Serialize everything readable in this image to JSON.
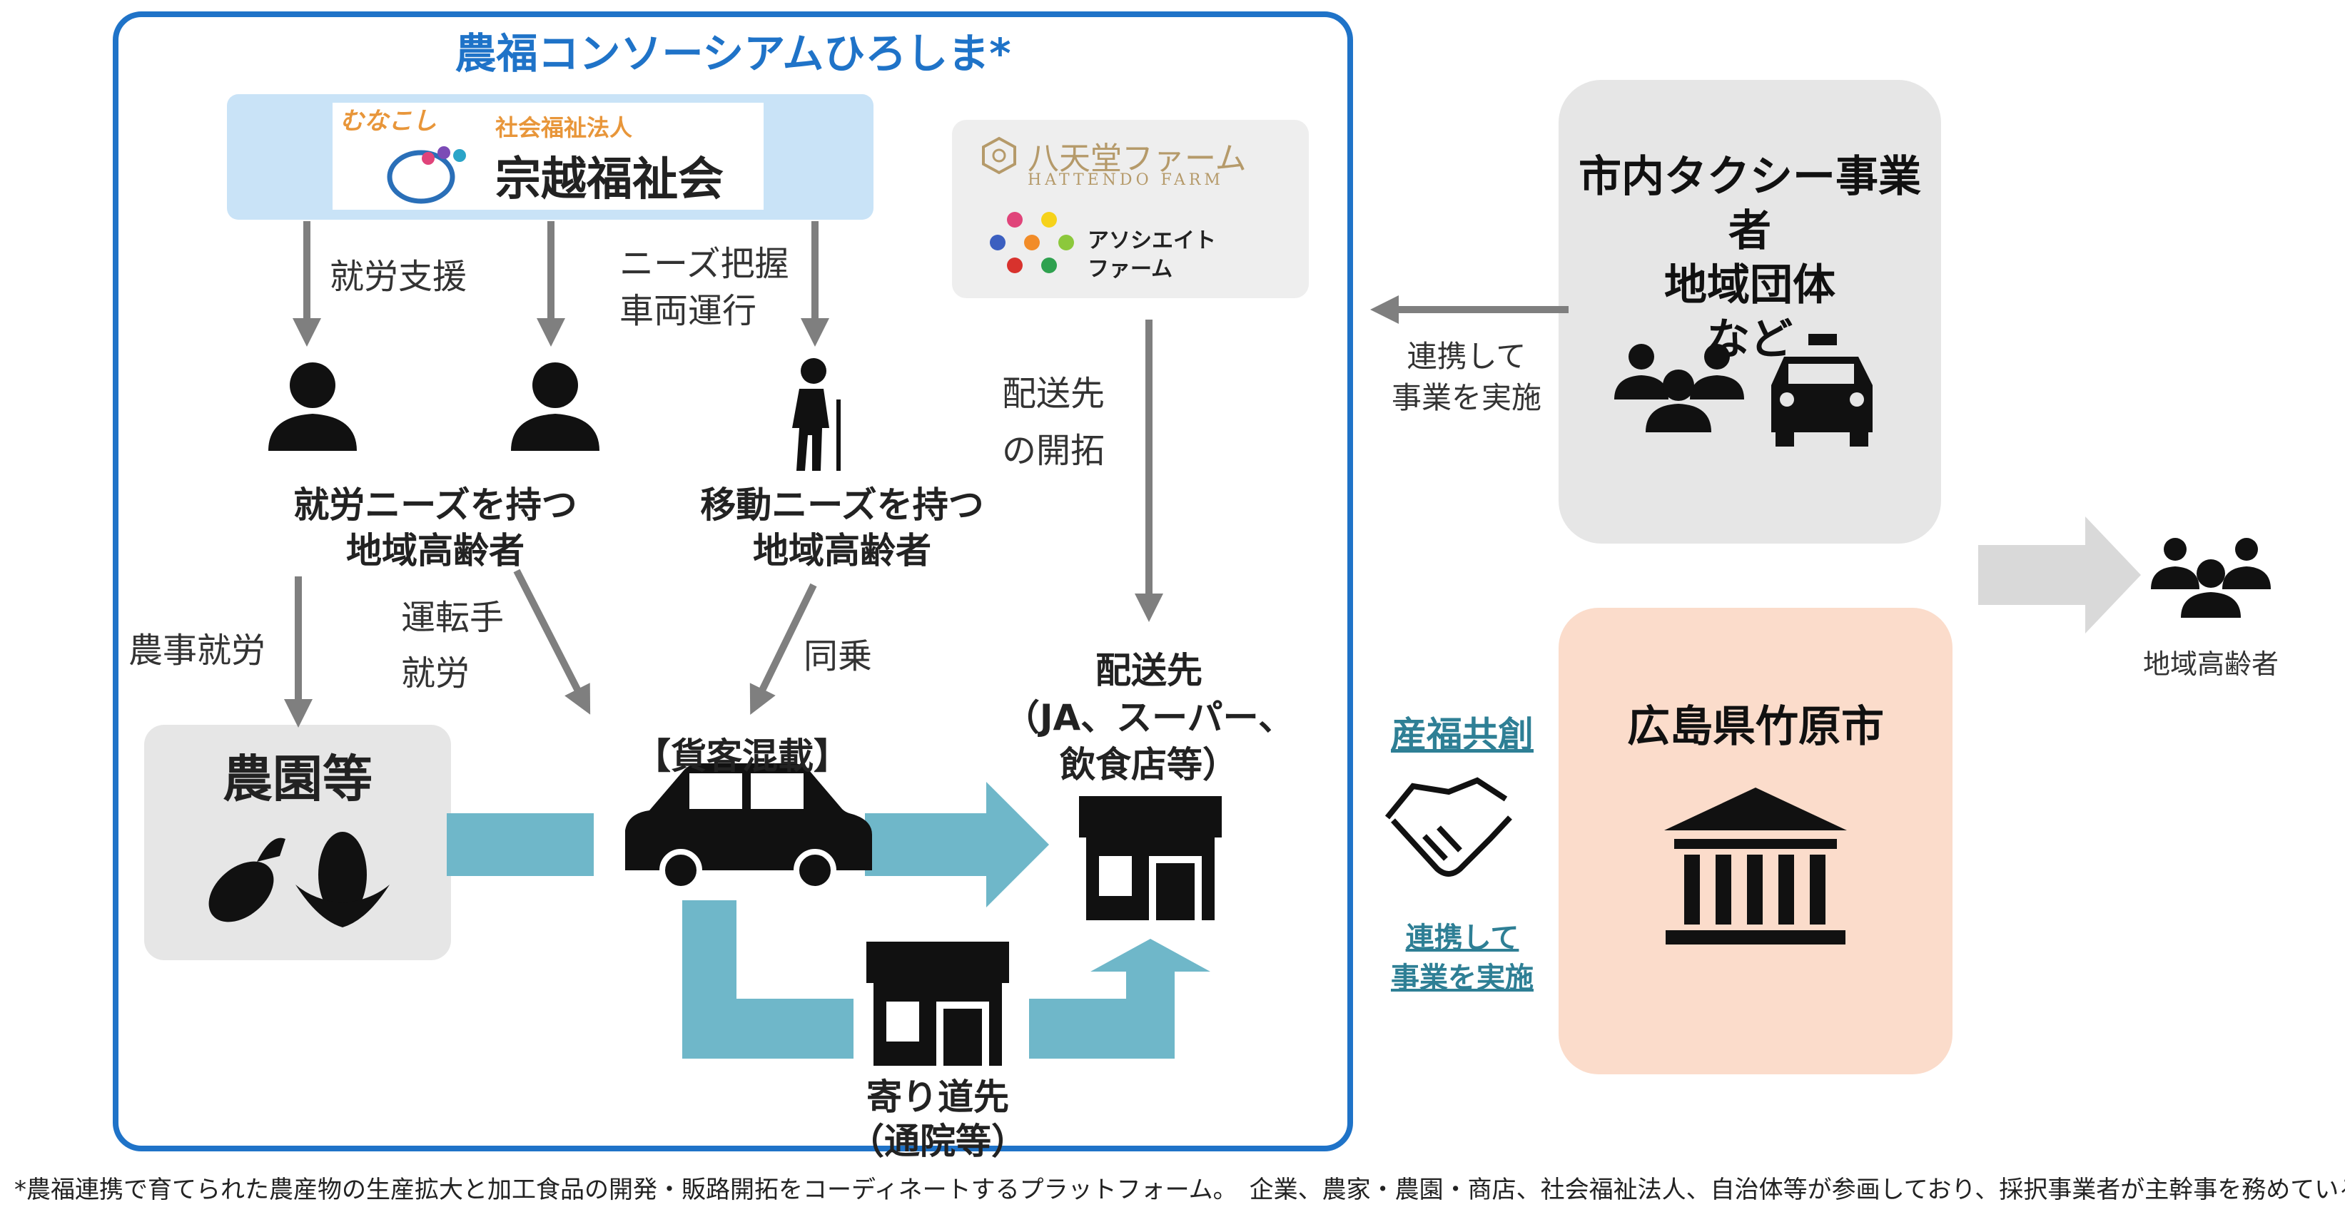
{
  "title": "農福コンソーシアムひろしま*",
  "munekoshi": {
    "logo_text": "むなこし",
    "org_type": "社会福祉法人",
    "name": "宗越福祉会"
  },
  "farms": {
    "hattendo_jp": "八天堂ファーム",
    "hattendo_en": "HATTENDO FARM",
    "associate_line1": "アソシエイト",
    "associate_line2": "ファーム"
  },
  "labels": {
    "shurou_shien": "就労支援",
    "needs_haaku": "ニーズ把握",
    "sharyou_unkou": "車両運行",
    "haisou_kaitaku_1": "配送先",
    "haisou_kaitaku_2": "の開拓",
    "shurou_needs_1": "就労ニーズを持つ",
    "shurou_needs_2": "地域高齢者",
    "idou_needs_1": "移動ニーズを持つ",
    "idou_needs_2": "地域高齢者",
    "nouji_shurou": "農事就労",
    "untenshu_1": "運転手",
    "untenshu_2": "就労",
    "doujou": "同乗",
    "nouen": "農園等",
    "kakyaku": "【貨客混載】",
    "haisousaki_1": "配送先",
    "haisousaki_2": "（JA、スーパー、",
    "haisousaki_3": "飲食店等）",
    "yorimichi_1": "寄り道先",
    "yorimichi_2": "（通院等）",
    "renkei_1": "連携して",
    "renkei_2": "事業を実施",
    "sanpuku": "産福共創",
    "renkei_b1": "連携して",
    "renkei_b2": "事業を実施",
    "taxi_1": "市内タクシー事業者",
    "taxi_2": "地域団体",
    "taxi_3": "など",
    "city": "広島県竹原市",
    "chiiki_koureisha": "地域高齢者"
  },
  "footnote": "*農福連携で育てられた農産物の生産拡大と加工食品の開発・販路開拓をコーディネートするプラットフォーム。　企業、農家・農園・商店、社会福祉法人、自治体等が参画しており、採択事業者が主幹事を務めている。",
  "colors": {
    "consortium_border": "#1f73c8",
    "flow_arrow": "#6fb7c9",
    "gray_arrow": "#7f7f7f",
    "city_bg": "#fbdccb",
    "sanpuku_text": "#2e7f95"
  }
}
